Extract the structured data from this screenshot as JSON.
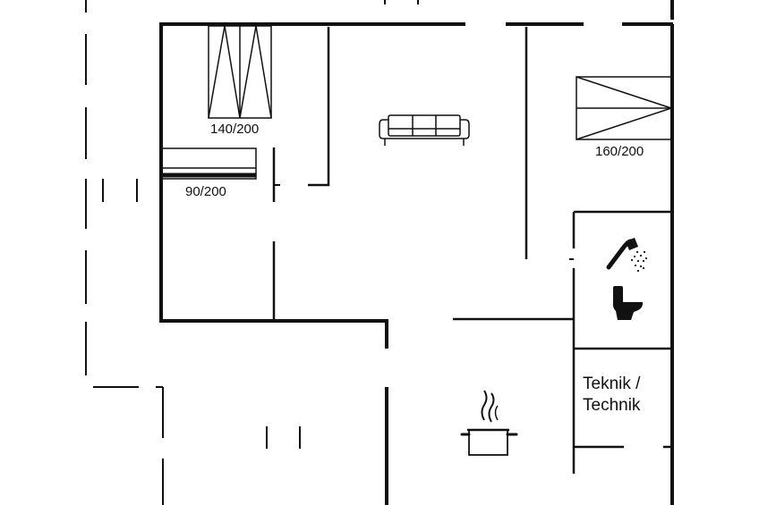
{
  "beds": [
    {
      "size_label": "140/200"
    },
    {
      "size_label": "90/200"
    },
    {
      "size_label": "160/200"
    }
  ],
  "rooms": {
    "technik": {
      "line1": "Teknik /",
      "line2": "Technik"
    }
  },
  "icons": [
    "sofa-icon",
    "shower-icon",
    "toilet-icon",
    "cooking-pot-icon"
  ],
  "colors": {
    "wall": "#111111",
    "background": "#ffffff"
  }
}
